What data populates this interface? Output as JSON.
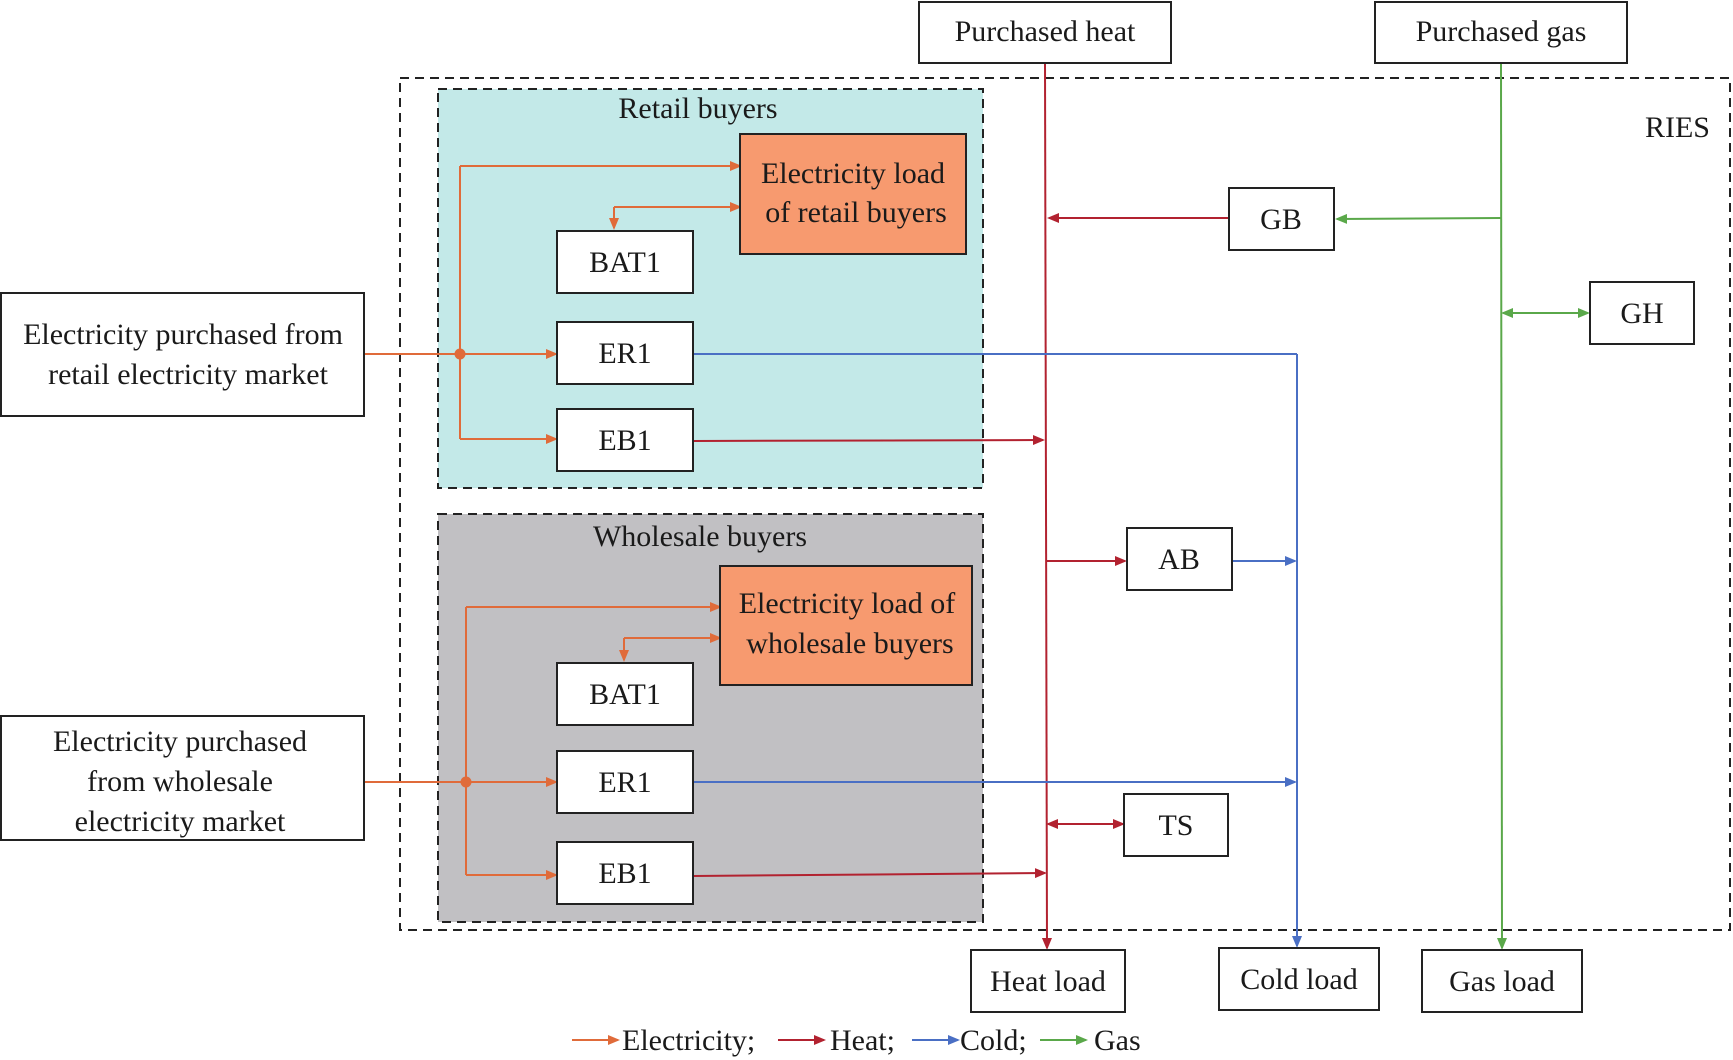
{
  "labels": {
    "purchased_heat": "Purchased heat",
    "purchased_gas": "Purchased gas",
    "ries": "RIES",
    "retail_buyers": "Retail buyers",
    "wholesale_buyers": "Wholesale buyers",
    "retail_load_1": "Electricity load",
    "retail_load_2": "of retail buyers",
    "wholesale_load_1": "Electricity load of",
    "wholesale_load_2": "wholesale buyers",
    "bat_retail": "BAT1",
    "er_retail": "ER1",
    "eb_retail": "EB1",
    "bat_wholesale": "BAT1",
    "er_wholesale": "ER1",
    "eb_wholesale": "EB1",
    "gb": "GB",
    "gh": "GH",
    "ab": "AB",
    "ts": "TS",
    "retail_market_1": "Electricity purchased from",
    "retail_market_2": "retail electricity market",
    "wholesale_market_1": "Electricity purchased",
    "wholesale_market_2": "from wholesale",
    "wholesale_market_3": "electricity market",
    "heat_load": "Heat load",
    "cold_load": "Cold load",
    "gas_load": "Gas load"
  },
  "legend": [
    {
      "label": "Electricity;",
      "color": "#e06b3a"
    },
    {
      "label": "Heat;",
      "color": "#b22230"
    },
    {
      "label": "Cold;",
      "color": "#4a6fc4"
    },
    {
      "label": "Gas",
      "color": "#5aa84a"
    }
  ],
  "colors": {
    "electricity": "#e06b3a",
    "heat": "#b22230",
    "cold": "#4a6fc4",
    "gas": "#5aa84a",
    "retail_region": "#c3e9e8",
    "wholesale_region": "#c1c0c3",
    "load_box": "#f79a6f"
  }
}
